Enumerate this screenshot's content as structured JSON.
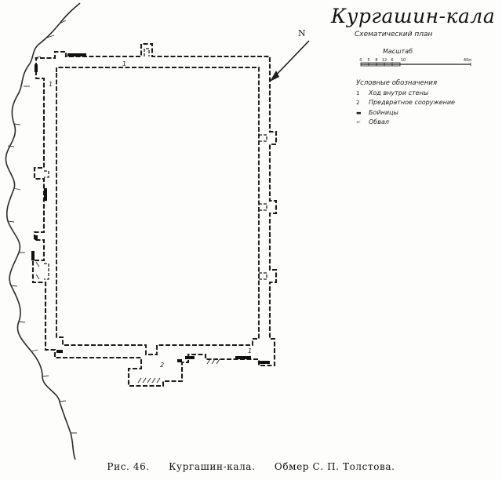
{
  "plan": {
    "title": "Кургашин-кала",
    "subtitle": "Схематический план",
    "north_label": "N",
    "scale": {
      "label": "Масштаб",
      "ticks": [
        "0",
        "5",
        "8",
        "12",
        "6",
        "10",
        "40м"
      ]
    },
    "legend": {
      "heading": "Условные обозначения",
      "items": [
        {
          "key": "1",
          "text": "Ход внутри стены"
        },
        {
          "key": "2",
          "text": "Предвратное сооружение"
        },
        {
          "key": "▬",
          "text": "Бойницы"
        },
        {
          "key": "⌐",
          "text": "Обвал"
        }
      ]
    },
    "plan_numbers": [
      "1",
      "2",
      "1",
      "1"
    ]
  },
  "caption": {
    "figure": "Рис. 46.",
    "site": "Кургашин-кала.",
    "credit": "Обмер С. П. Толстова."
  },
  "colors": {
    "ink": "#1c1c1c",
    "paper": "#fdfdfb"
  }
}
